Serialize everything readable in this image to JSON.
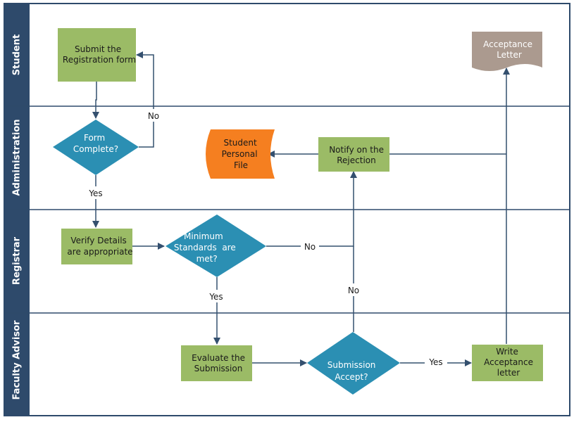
{
  "colors": {
    "lane_header": "#2e4a6b",
    "lane_border": "#2e4a6b",
    "process": "#9bbb66",
    "decision": "#2b8fb3",
    "document": "#ab9a8f",
    "storage": "#f57f20",
    "connector": "#34506f"
  },
  "lanes": [
    {
      "label": "Student"
    },
    {
      "label": "Administration"
    },
    {
      "label": "Registrar"
    },
    {
      "label": "Faculty Advisor"
    }
  ],
  "nodes": {
    "submit": {
      "lines": [
        "Submit the",
        "Registration form"
      ]
    },
    "form_complete": {
      "lines": [
        "Form",
        "Complete?"
      ]
    },
    "verify": {
      "lines": [
        "Verify Details",
        "are appropriate"
      ]
    },
    "min_standards": {
      "lines": [
        "Minimum",
        "Standards  are",
        "met?"
      ]
    },
    "evaluate": {
      "lines": [
        "Evaluate the",
        "Submission"
      ]
    },
    "submission_accept": {
      "lines": [
        "Submission",
        "Accept?"
      ]
    },
    "write_acceptance": {
      "lines": [
        "Write",
        "Acceptance",
        "letter"
      ]
    },
    "acceptance_letter": {
      "lines": [
        "Acceptance",
        "Letter"
      ]
    },
    "notify_rejection": {
      "lines": [
        "Notify on the",
        "Rejection"
      ]
    },
    "student_file": {
      "lines": [
        "Student",
        "Personal",
        "File"
      ]
    }
  },
  "edge_labels": {
    "form_no": "No",
    "form_yes": "Yes",
    "standards_no": "No",
    "standards_yes": "Yes",
    "accept_no": "No",
    "accept_yes": "Yes"
  }
}
